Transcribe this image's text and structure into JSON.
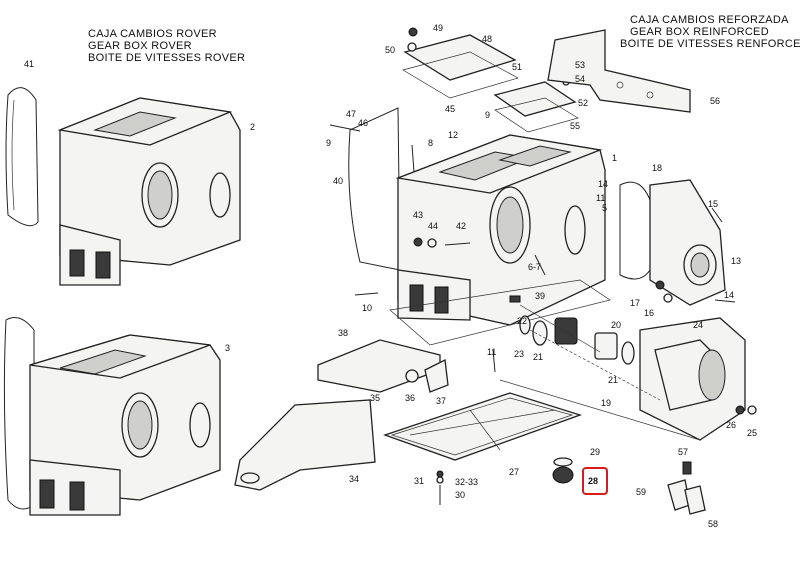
{
  "header_left": {
    "line1": "CAJA CAMBIOS ROVER",
    "line2": "GEAR BOX ROVER",
    "line3": "BOITE DE VITESSES ROVER"
  },
  "header_right": {
    "line1": "CAJA CAMBIOS REFORZADA",
    "line2": "GEAR BOX REINFORCED",
    "line3": "BOITE DE VITESSES RENFORCE"
  },
  "callouts": {
    "c49": "49",
    "c48": "48",
    "c50": "50",
    "c51": "51",
    "c53": "53",
    "c54": "54",
    "c52": "52",
    "c55": "55",
    "c56": "56",
    "c47": "47",
    "c46": "46",
    "c45": "45",
    "c12": "12",
    "c9": "9",
    "c8": "8",
    "c1": "1",
    "c41": "41",
    "c2": "2",
    "c40": "40",
    "c18": "18",
    "c14": "14",
    "c11": "11",
    "c43": "43",
    "c44": "44",
    "c42": "42",
    "c5": "5",
    "c15": "15",
    "c13": "13",
    "c6_7": "6-7",
    "c39": "39",
    "c17": "17",
    "c16": "16",
    "c10": "10",
    "c38": "38",
    "c20": "20",
    "c22": "22",
    "c23": "23",
    "c21a": "21",
    "c21b": "21",
    "c24": "24",
    "c19": "19",
    "c3": "3",
    "c35": "35",
    "c36": "36",
    "c37": "37",
    "c26": "26",
    "c25": "25",
    "c29": "29",
    "c57": "57",
    "c27": "27",
    "c34": "34",
    "c31": "31",
    "c32_33": "32-33",
    "c30": "30",
    "c59": "59",
    "c58": "58"
  },
  "highlight": {
    "label": "28",
    "color": "#d81b1b"
  }
}
